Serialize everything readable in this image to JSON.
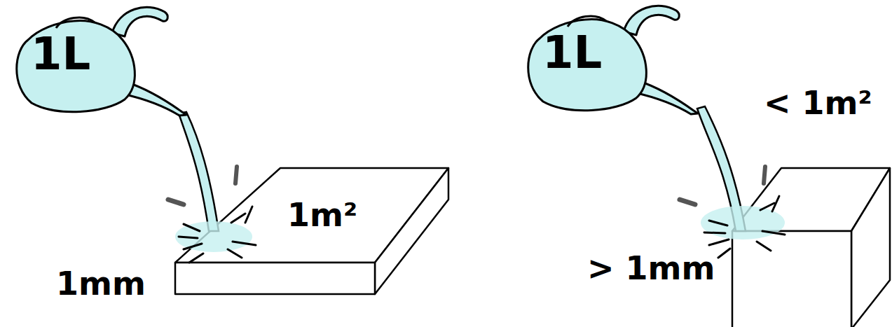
{
  "diagram": {
    "nodes": [
      {
        "text": [
          "1L"
        ]
      },
      {
        "text": [
          "1L"
        ]
      }
    ],
    "labels": [
      "1m²",
      "1mm",
      "< 1m²",
      "> 1mm"
    ]
  }
}
